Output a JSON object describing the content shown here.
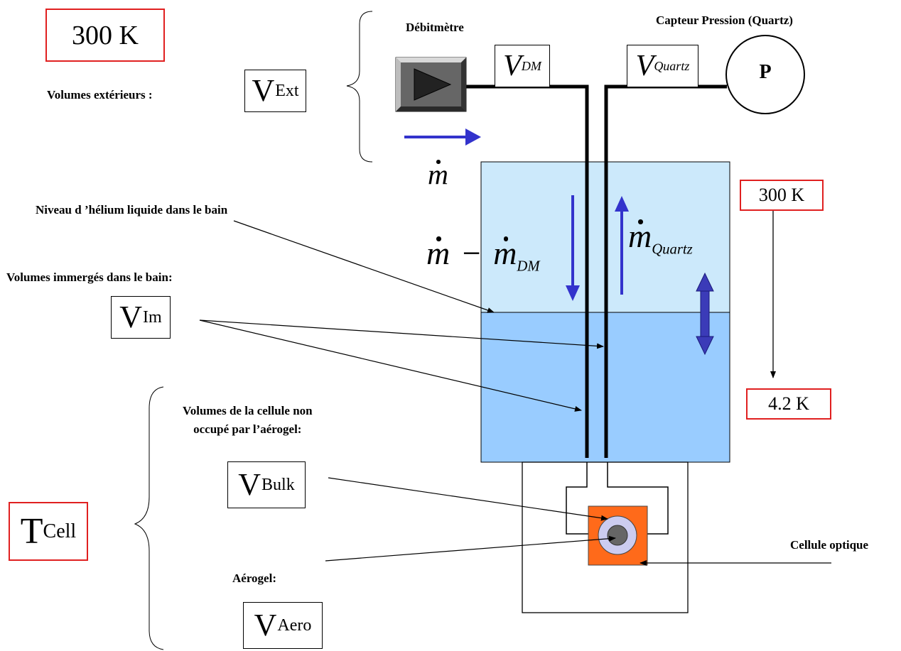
{
  "labels": {
    "temp_top_left": "300 K",
    "volumes_exterieurs": "Volumes extérieurs :",
    "debitmetre": "Débitmètre",
    "capteur_pression": "Capteur Pression (Quartz)",
    "pressure_gauge": "P",
    "niveau_helium": "Niveau d ’hélium liquide  dans le bain",
    "volumes_immerges": "Volumes immergés dans le bain:",
    "volumes_cellule_line1": "Volumes de la cellule non",
    "volumes_cellule_line2": "occupé par l’aérogel:",
    "aerogel": "Aérogel:",
    "cellule_optique": "Cellule optique",
    "temp_right_top": "300 K",
    "temp_right_bottom": "4.2 K"
  },
  "volumes": {
    "ext": {
      "base": "V",
      "sub": "Ext"
    },
    "dm": {
      "base": "V",
      "sub": "DM"
    },
    "quartz": {
      "base": "V",
      "sub": "Quartz"
    },
    "im": {
      "base": "V",
      "sub": "Im"
    },
    "bulk": {
      "base": "V",
      "sub": "Bulk"
    },
    "aero": {
      "base": "V",
      "sub": "Aero"
    },
    "tcell": {
      "base": "T",
      "sub": "Cell"
    }
  },
  "flows": {
    "m": "m",
    "minus": "−",
    "m_dm_sub": "DM",
    "m_quartz_sub": "Quartz"
  },
  "colors": {
    "bath_upper": "#cce9fb",
    "bath_lower": "#99ccff",
    "flow_arrow": "#3333cc",
    "level_arrow": "#3b3bb8",
    "red_box": "#e02020",
    "cell_orange": "#ff6a1a",
    "cell_ring": "#ccccf0",
    "cell_core": "#666666",
    "flowmeter_body": "#666666"
  }
}
